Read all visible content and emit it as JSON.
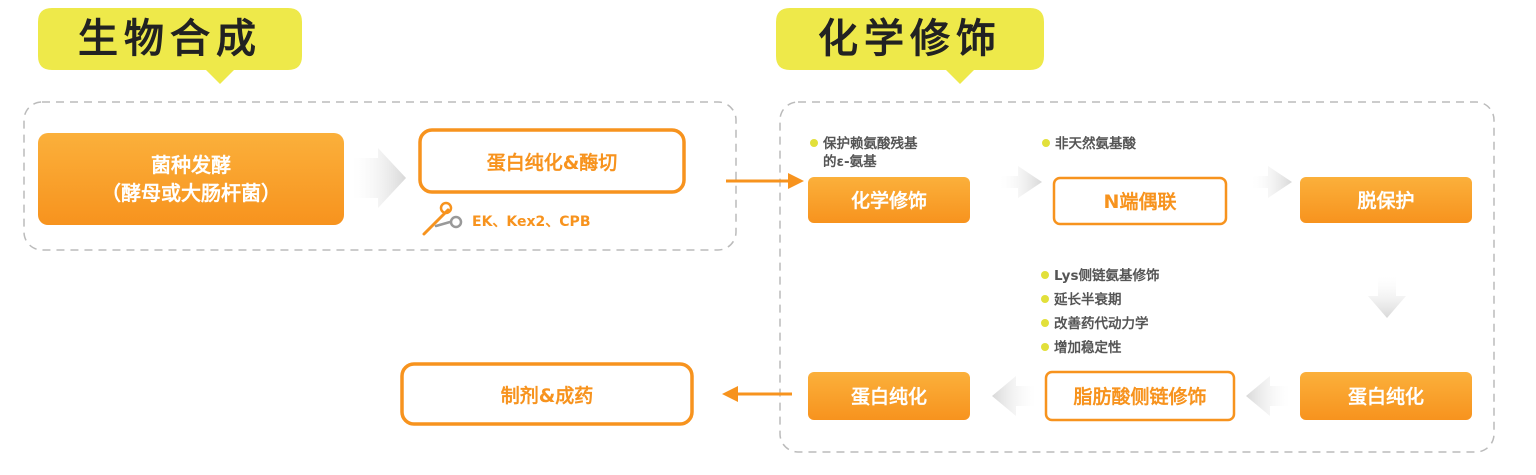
{
  "colors": {
    "accent": "#F7931E",
    "accent_light": "#FBB03B",
    "highlight_yellow": "#EEE94A",
    "bullet_yellow": "#E2E03A",
    "text_dark": "#222222",
    "text_gray": "#555555",
    "dashed_border": "#BBBBBB",
    "arrow_gray": "#DDDDDD"
  },
  "sections": {
    "biosynthesis": {
      "title": "生物合成"
    },
    "chemical": {
      "title": "化学修饰"
    }
  },
  "nodes": {
    "fermentation": {
      "line1": "菌种发酵",
      "line2": "（酵母或大肠杆菌）"
    },
    "purify_cleave": {
      "label": "蛋白纯化&酶切"
    },
    "enzymes": {
      "label": "EK、Kex2、CPB",
      "icon": "scissors-icon"
    },
    "chem_mod": {
      "label": "化学修饰"
    },
    "n_coupling": {
      "label": "N端偶联"
    },
    "deprotect": {
      "label": "脱保护"
    },
    "purify_right": {
      "label": "蛋白纯化"
    },
    "fatty_acid": {
      "label": "脂肪酸侧链修饰"
    },
    "purify_left": {
      "label": "蛋白纯化"
    },
    "formulation": {
      "label": "制剂&成药"
    }
  },
  "notes": {
    "protect": [
      "保护赖氨酸残基",
      "的ε-氨基"
    ],
    "nonnatural": [
      "非天然氨基酸"
    ],
    "lys": [
      "Lys侧链氨基修饰",
      "延长半衰期",
      "改善药代动力学",
      "增加稳定性"
    ]
  }
}
